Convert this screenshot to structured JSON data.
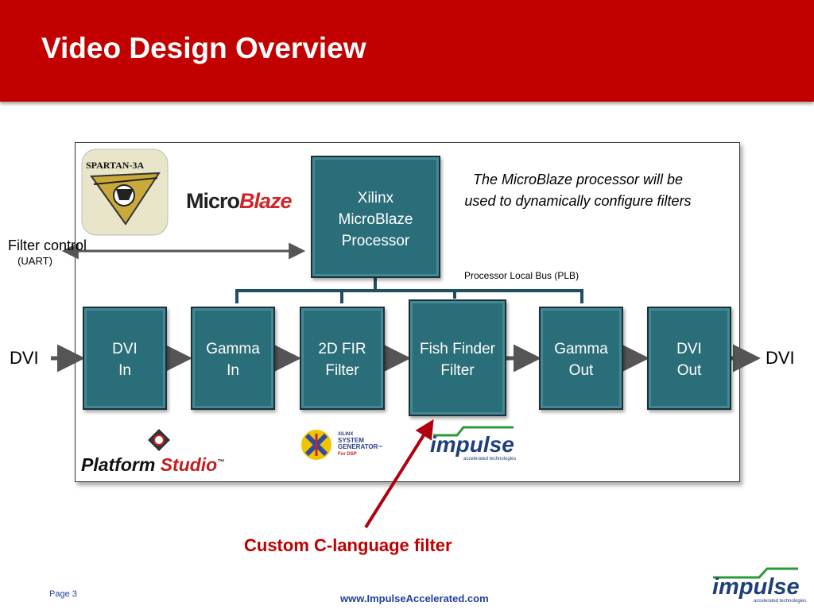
{
  "slide": {
    "title": "Video Design Overview",
    "page_label": "Page 3",
    "url": "www.ImpulseAccelerated.com",
    "callout": "Custom C-language filter",
    "note": "The MicroBlaze processor will be used to dynamically configure filters",
    "bus_label": "Processor Local Bus (PLB)"
  },
  "io": {
    "left": "DVI",
    "right": "DVI",
    "filter_control": "Filter control",
    "uart": "(UART)"
  },
  "processor": {
    "line1": "Xilinx",
    "line2": "MicroBlaze",
    "line3": "Processor"
  },
  "blocks": [
    {
      "line1": "DVI",
      "line2": "In"
    },
    {
      "line1": "Gamma",
      "line2": "In"
    },
    {
      "line1": "2D FIR",
      "line2": "Filter"
    },
    {
      "line1": "Fish Finder",
      "line2": "Filter"
    },
    {
      "line1": "Gamma",
      "line2": "Out"
    },
    {
      "line1": "DVI",
      "line2": "Out"
    }
  ],
  "logos": {
    "spartan": "SPARTAN-3A",
    "microblaze_a": "Micro",
    "microblaze_b": "Blaze",
    "platform_a": "Platform",
    "platform_b": "Studio",
    "platform_tm": "™",
    "sysgen_1": "XILINX",
    "sysgen_2": "SYSTEM",
    "sysgen_3": "GENERATOR",
    "sysgen_tm": "™",
    "sysgen_4": "For DSP",
    "impulse": "impulse",
    "impulse_tag": "accelerated technologies"
  },
  "colors": {
    "header": "#c20000",
    "block_fill": "#2a6e7a",
    "bus": "#1f4f60",
    "arrow": "#555555",
    "callout": "#c00000",
    "link": "#1f3fa0"
  }
}
